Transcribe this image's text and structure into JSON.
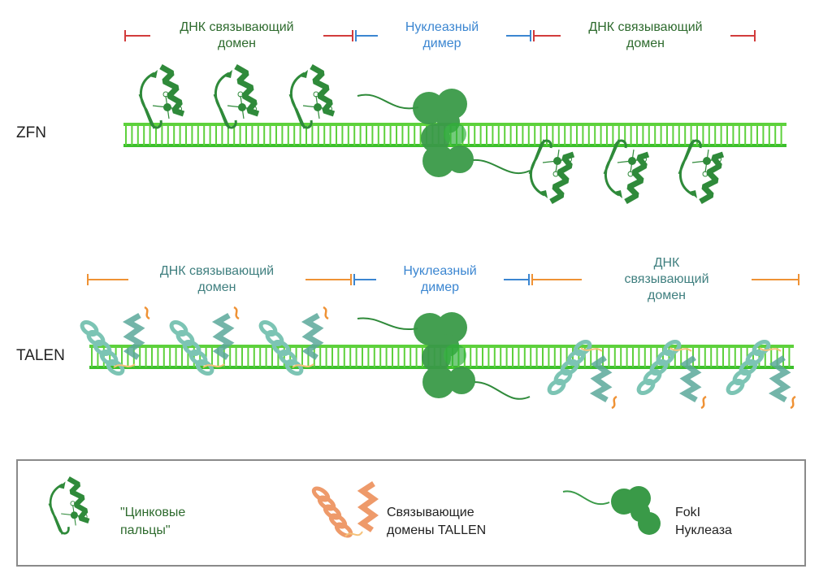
{
  "colors": {
    "zfn_bracket": "#d23c3c",
    "nuclease_bracket": "#3b86d1",
    "talen_bracket": "#ef9235",
    "zfn_label": "#2e6b2e",
    "nuclease_label": "#3b86d1",
    "talen_label": "#3f7f7f",
    "dna": "#5ed13c",
    "dna_dark": "#3cbf2c",
    "zinc_finger": "#2f8a3a",
    "nuclease_blob": "#3a9a48",
    "talen_helix": "#7cc4b4",
    "talen_helix_dark": "#5aa89a",
    "talen_linker": "#ef9235",
    "talen_linker_light": "#f5c27a",
    "legend_border": "#8a8a8a"
  },
  "zfn": {
    "row_label": "ZFN",
    "left_domain": {
      "line1": "ДНК связывающий",
      "line2": "домен"
    },
    "nuclease": {
      "line1": "Нуклеазный",
      "line2": "димер"
    },
    "right_domain": {
      "line1": "ДНК связывающий",
      "line2": "домен"
    }
  },
  "talen": {
    "row_label": "TALEN",
    "left_domain": {
      "line1": "ДНК связывающий",
      "line2": "домен"
    },
    "nuclease": {
      "line1": "Нуклеазный",
      "line2": "димер"
    },
    "right_domain": {
      "line1": "ДНК",
      "line2": "связывающий",
      "line3": "домен"
    }
  },
  "legend": {
    "items": [
      {
        "icon": "zinc-finger-icon",
        "line1": "\"Цинковые",
        "line2": "пальцы\""
      },
      {
        "icon": "talen-domain-icon",
        "line1": "Связывающие",
        "line2": "домены TALLEN"
      },
      {
        "icon": "foki-nuclease-icon",
        "line1": "FokI",
        "line2": "Нуклеаза"
      }
    ]
  }
}
